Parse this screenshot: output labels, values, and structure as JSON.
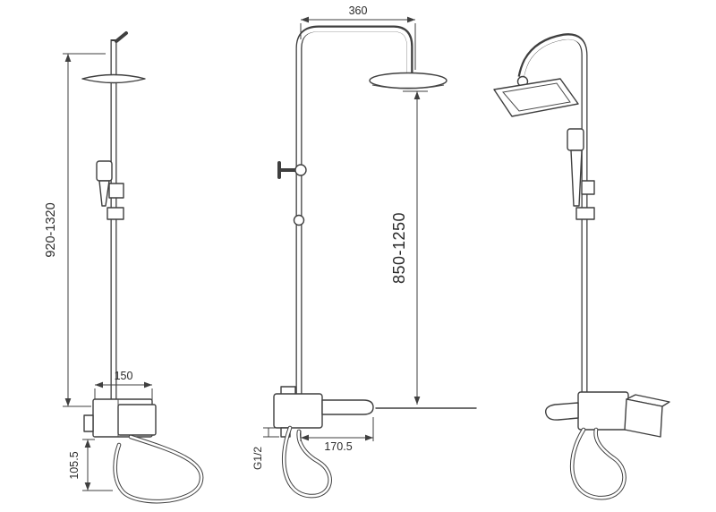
{
  "colors": {
    "background": "#ffffff",
    "line": "#3f3f3f",
    "text": "#2a2a2a"
  },
  "views": {
    "side": {
      "dims": {
        "overall_height": "920-1320",
        "mixer_width": "150",
        "below_mixer": "105.5"
      }
    },
    "front": {
      "dims": {
        "head_offset": "360",
        "riser_height": "850-1250",
        "inlet_thread": "G1/2",
        "spout_reach": "170.5"
      }
    }
  }
}
